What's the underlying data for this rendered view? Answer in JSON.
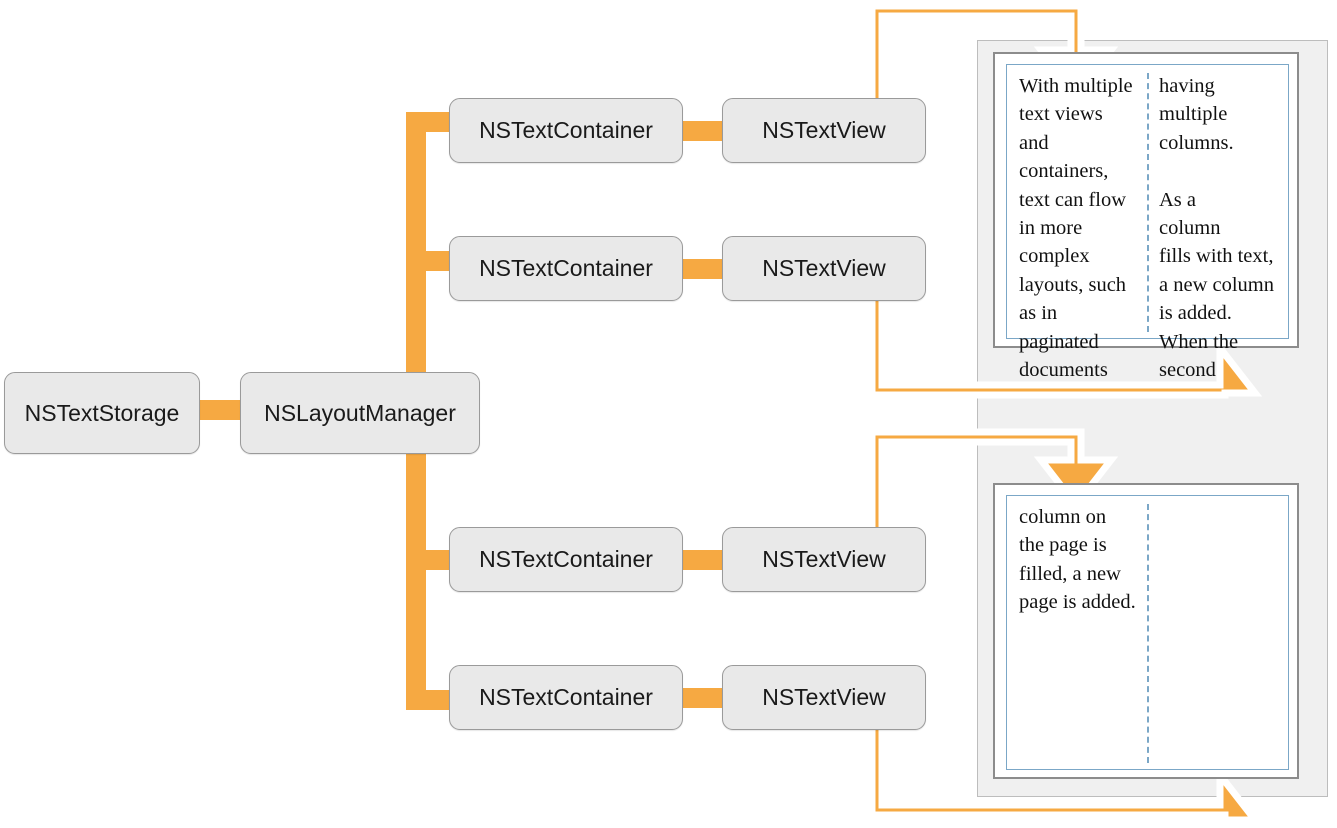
{
  "diagram": {
    "title": "Cocoa text system object relationships",
    "accent_color": "#f6a942",
    "node_fill": "#e9e9e9",
    "node_stroke": "#9a9a9a",
    "panel_fill": "#f0f0f0",
    "page_stroke": "#8c8c8c",
    "text_frame_stroke": "#7ba7c7"
  },
  "nodes": {
    "storage": "NSTextStorage",
    "layout_manager": "NSLayoutManager",
    "containers": [
      "NSTextContainer",
      "NSTextContainer",
      "NSTextContainer",
      "NSTextContainer"
    ],
    "views": [
      "NSTextView",
      "NSTextView",
      "NSTextView",
      "NSTextView"
    ]
  },
  "pages": [
    {
      "name": "page-one",
      "columns": [
        "With multiple\ntext views\nand containers,\ntext can flow\nin more\ncomplex\nlayouts, such\nas in\npaginated\ndocuments",
        "having multiple\ncolumns.\n\nAs a\ncolumn\nfills with text,\na new column\nis added.\nWhen the\nsecond"
      ]
    },
    {
      "name": "page-two",
      "columns": [
        "column on\nthe page is\nfilled, a new\npage is added.",
        ""
      ]
    }
  ]
}
